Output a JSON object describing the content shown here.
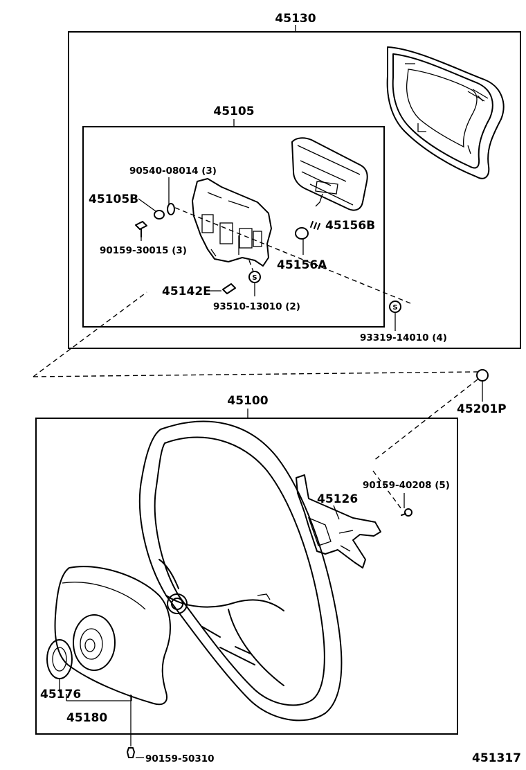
{
  "diagram": {
    "labels": {
      "pad_assy": "45130",
      "horn_assy": "45105",
      "screw_a": "90540-08014 (3)",
      "nut_b": "45105B",
      "screw_c": "90159-30015 (3)",
      "spring_b": "45156B",
      "contact_a": "45156A",
      "contact_e": "45142E",
      "washer_a": "93510-13010 (2)",
      "washer_b": "93319-14010 (4)",
      "wheel_assy": "45100",
      "clip": "45201P",
      "bolt_a": "90159-40208 (5)",
      "bracket": "45126",
      "ring": "45176",
      "cover": "45180",
      "bolt_b": "90159-50310",
      "figure_no": "451317"
    }
  }
}
